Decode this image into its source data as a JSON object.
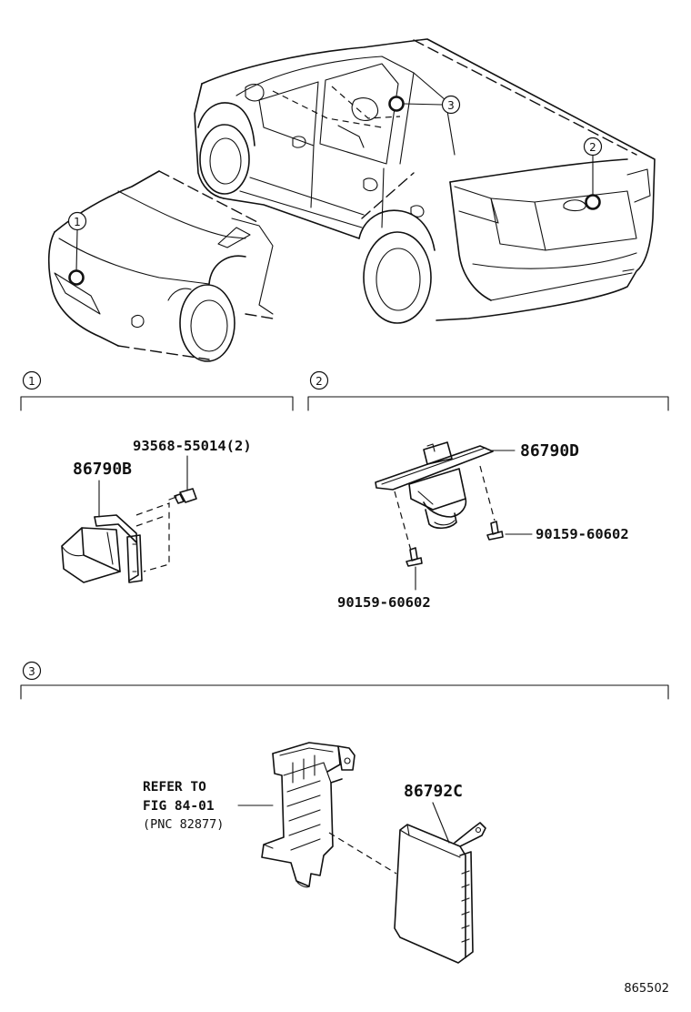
{
  "diagram": {
    "callouts": {
      "c1": "1",
      "c2": "2",
      "c3": "3"
    },
    "sections": {
      "s1": {
        "number": "1"
      },
      "s2": {
        "number": "2"
      },
      "s3": {
        "number": "3"
      }
    },
    "parts": {
      "front_camera": "86790B",
      "front_bolt": "93568-55014(2)",
      "rear_camera": "86790D",
      "rear_screw_right": "90159-60602",
      "rear_screw_bottom": "90159-60602",
      "control_unit": "86792C"
    },
    "refer_note": {
      "line1": "REFER TO",
      "line2": "FIG 84-01",
      "line3": "(PNC 82877)"
    },
    "figure_number": "865502"
  }
}
